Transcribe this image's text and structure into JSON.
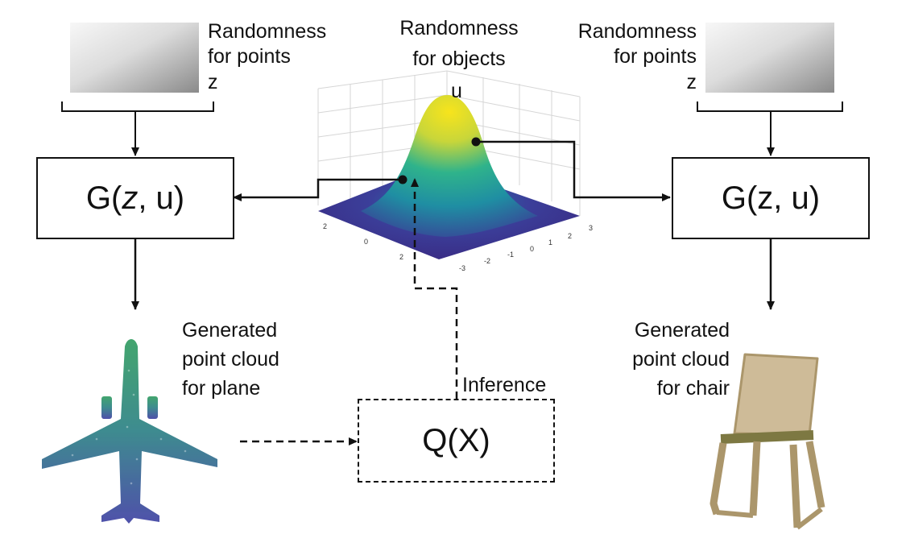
{
  "left": {
    "noise_label_line1": "Randomness",
    "noise_label_line2": "for points",
    "noise_var": "z",
    "generator_prefix": "G(",
    "generator_z": "z",
    "generator_suffix": ", u)",
    "output_line1": "Generated",
    "output_line2": "point cloud",
    "output_line3": "for plane"
  },
  "center": {
    "label_line1": "Randomness",
    "label_line2": "for objects",
    "var": "u",
    "ticks_left": [
      "2",
      "0",
      "2"
    ],
    "ticks_right": [
      "3",
      "2",
      "1",
      "0",
      "-1",
      "-2",
      "-3"
    ],
    "inference_label": "Inference",
    "encoder_label": "Q(X)"
  },
  "right": {
    "noise_label_line1": "Randomness",
    "noise_label_line2": "for points",
    "noise_var": "z",
    "generator_label": "G(z, u)",
    "output_line1": "Generated",
    "output_line2": "point cloud",
    "output_line3": "for chair"
  },
  "colors": {
    "surface_low": "#3b2e8c",
    "surface_mid": "#1fa58f",
    "surface_high": "#f5e01f",
    "plane_nose": "#2e9a5e",
    "plane_tail": "#3b3fa0",
    "chair": "#a08a5a"
  }
}
